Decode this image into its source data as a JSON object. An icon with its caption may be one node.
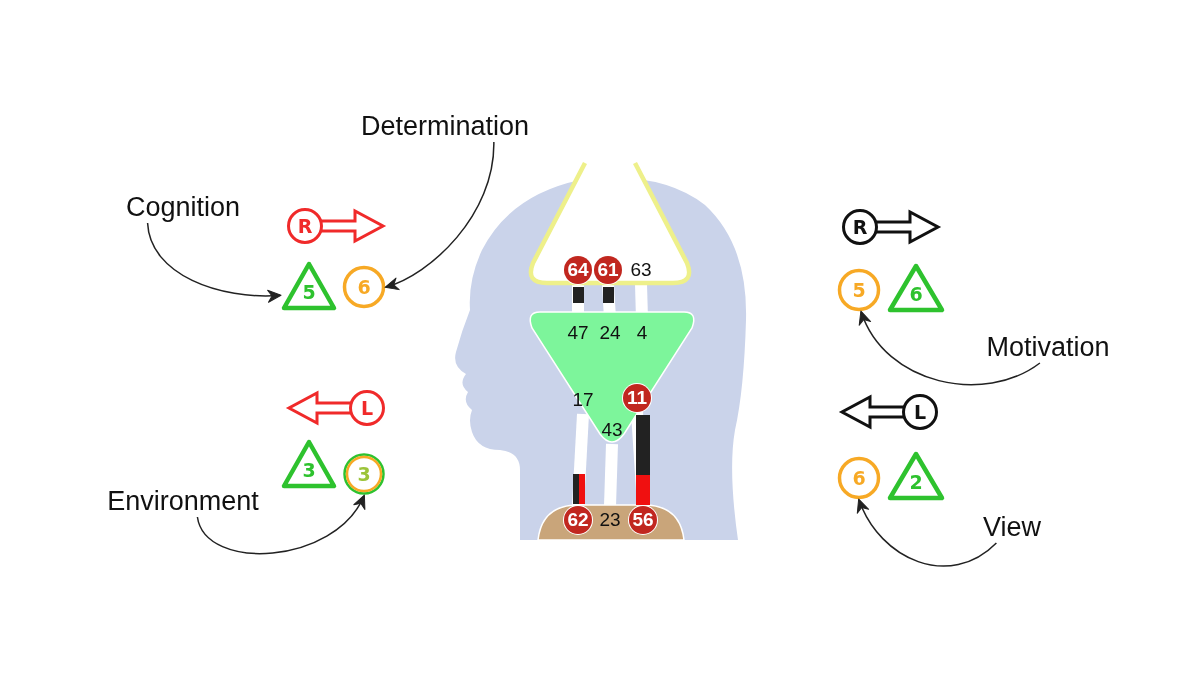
{
  "diagram": {
    "nodes": [
      {
        "text": [
          "Cognition"
        ]
      },
      {
        "text": [
          "Determination"
        ]
      },
      {
        "text": [
          "R"
        ]
      },
      {
        "text": [
          "5"
        ]
      },
      {
        "text": [
          "6"
        ]
      },
      {
        "text": [
          "L"
        ]
      },
      {
        "text": [
          "3"
        ]
      },
      {
        "text": [
          "3"
        ]
      },
      {
        "text": [
          "Environment"
        ]
      },
      {
        "text": [
          "R"
        ]
      },
      {
        "text": [
          "5"
        ]
      },
      {
        "text": [
          "6"
        ]
      },
      {
        "text": [
          "Motivation"
        ]
      },
      {
        "text": [
          "L"
        ]
      },
      {
        "text": [
          "6"
        ]
      },
      {
        "text": [
          "2"
        ]
      },
      {
        "text": [
          "View"
        ]
      },
      {
        "text": [],
        "shape": "triangle"
      },
      {
        "text": [
          "64"
        ],
        "in": 17
      },
      {
        "text": [
          "61"
        ],
        "in": 17
      },
      {
        "text": [
          "63"
        ],
        "in": 17
      },
      {
        "text": [],
        "shape": "triangle"
      },
      {
        "text": [
          "47"
        ],
        "in": 21
      },
      {
        "text": [
          "24"
        ],
        "in": 21
      },
      {
        "text": [
          "4"
        ],
        "in": 21
      },
      {
        "text": [
          "17"
        ],
        "in": 21
      },
      {
        "text": [
          "11"
        ],
        "in": 21
      },
      {
        "text": [
          "43"
        ],
        "in": 21
      },
      {
        "text": [],
        "shape": "dome"
      },
      {
        "text": [
          "62"
        ],
        "in": 28
      },
      {
        "text": [
          "23"
        ],
        "in": 28
      },
      {
        "text": [
          "56"
        ],
        "in": 28
      }
    ],
    "edges": [
      {
        "from": 0,
        "to": 3,
        "arrow": "to",
        "color": "#222222"
      },
      {
        "from": 1,
        "to": 4,
        "arrow": "to",
        "color": "#222222"
      },
      {
        "from": 8,
        "to": 7,
        "arrow": "to",
        "color": "#222222"
      },
      {
        "from": 12,
        "to": 10,
        "arrow": "to",
        "color": "#222222"
      },
      {
        "from": 16,
        "to": 14,
        "arrow": "to",
        "color": "#222222"
      },
      {
        "from": 18,
        "to": 22,
        "arrow": "none"
      },
      {
        "from": 19,
        "to": 23,
        "arrow": "none"
      },
      {
        "from": 20,
        "to": 24,
        "arrow": "none"
      },
      {
        "from": 25,
        "to": 29,
        "arrow": "none"
      },
      {
        "from": 27,
        "to": 30,
        "arrow": "none"
      },
      {
        "from": 26,
        "to": 31,
        "arrow": "none"
      }
    ]
  }
}
